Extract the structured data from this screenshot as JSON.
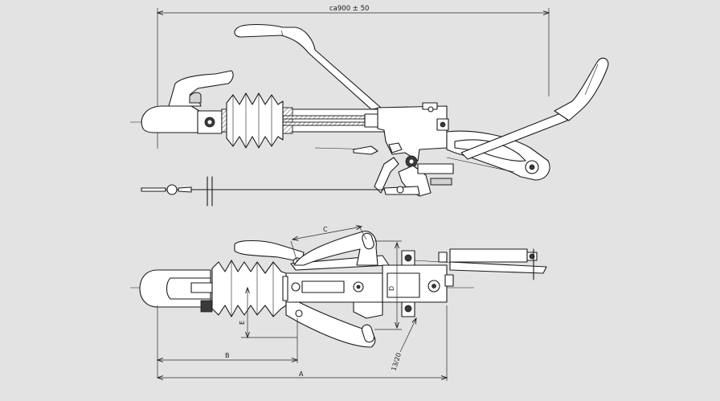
{
  "drawing": {
    "overall_length_label": "ca900 ± 50",
    "dimensions": {
      "a": "A",
      "b": "B",
      "c": "C",
      "d": "D",
      "e": "E",
      "bolt_spec": "13/20"
    },
    "colors": {
      "background": "#e3e3e3",
      "line": "#1a1a1a",
      "part_fill": "#ffffff"
    }
  }
}
